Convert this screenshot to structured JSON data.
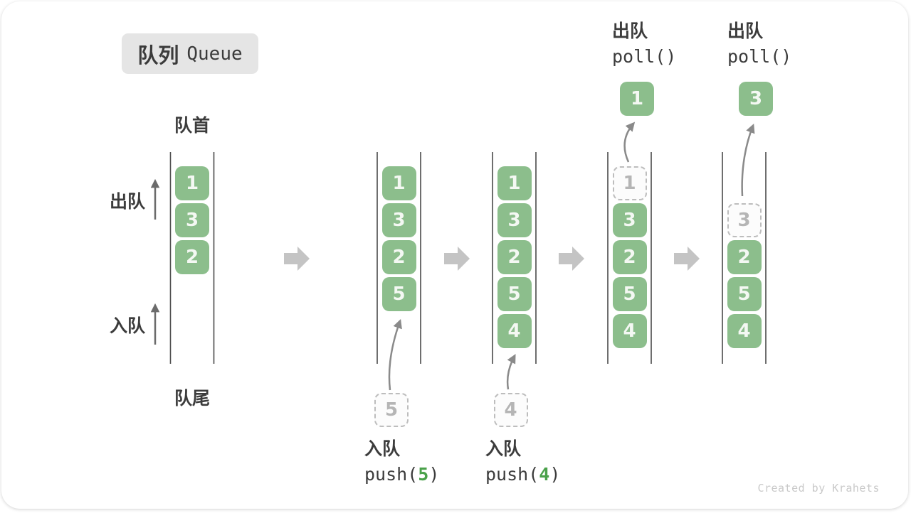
{
  "title": {
    "zh": "队列",
    "en": "Queue"
  },
  "labels": {
    "front": "队首",
    "rear": "队尾",
    "dequeue": "出队",
    "enqueue": "入队"
  },
  "ops": {
    "push5": {
      "label": "入队",
      "code_pre": "push(",
      "arg": "5",
      "code_post": ")"
    },
    "push4": {
      "label": "入队",
      "code_pre": "push(",
      "arg": "4",
      "code_post": ")"
    },
    "poll1": {
      "label": "出队",
      "code": "poll()"
    },
    "poll2": {
      "label": "出队",
      "code": "poll()"
    }
  },
  "watermark": "Created by Krahets",
  "colors": {
    "box_green": "#8CBE8C",
    "box_text": "#F4F8F3",
    "accent_green": "#4AA14A",
    "text_dark": "#3C3C3C",
    "wall_line": "#4A4A4A",
    "block_arrow": "#C4C4C4",
    "curve_arrow": "#8A8A8A",
    "side_arrow": "#6B6B6B",
    "dashed_border": "#BDBDBD",
    "dashed_text": "#B5B5B5",
    "badge_bg": "#E5E5E5",
    "watermark_gray": "#C9C9C9"
  },
  "states": [
    {
      "name": "initial-queue",
      "cells": [
        {
          "value": "1",
          "slot": 0,
          "dashed": false
        },
        {
          "value": "3",
          "slot": 1,
          "dashed": false
        },
        {
          "value": "2",
          "slot": 2,
          "dashed": false
        }
      ]
    },
    {
      "name": "after-push-5",
      "cells": [
        {
          "value": "1",
          "slot": 0,
          "dashed": false
        },
        {
          "value": "3",
          "slot": 1,
          "dashed": false
        },
        {
          "value": "2",
          "slot": 2,
          "dashed": false
        },
        {
          "value": "5",
          "slot": 3,
          "dashed": false
        }
      ],
      "incoming": {
        "value": "5"
      }
    },
    {
      "name": "after-push-4",
      "cells": [
        {
          "value": "1",
          "slot": 0,
          "dashed": false
        },
        {
          "value": "3",
          "slot": 1,
          "dashed": false
        },
        {
          "value": "2",
          "slot": 2,
          "dashed": false
        },
        {
          "value": "5",
          "slot": 3,
          "dashed": false
        },
        {
          "value": "4",
          "slot": 4,
          "dashed": false
        }
      ],
      "incoming": {
        "value": "4"
      }
    },
    {
      "name": "after-poll-1",
      "cells": [
        {
          "value": "1",
          "slot": 0,
          "dashed": true
        },
        {
          "value": "3",
          "slot": 1,
          "dashed": false
        },
        {
          "value": "2",
          "slot": 2,
          "dashed": false
        },
        {
          "value": "5",
          "slot": 3,
          "dashed": false
        },
        {
          "value": "4",
          "slot": 4,
          "dashed": false
        }
      ],
      "outgoing": {
        "value": "1"
      }
    },
    {
      "name": "after-poll-3",
      "cells": [
        {
          "value": "3",
          "slot": 1,
          "dashed": true
        },
        {
          "value": "2",
          "slot": 2,
          "dashed": false
        },
        {
          "value": "5",
          "slot": 3,
          "dashed": false
        },
        {
          "value": "4",
          "slot": 4,
          "dashed": false
        }
      ],
      "outgoing": {
        "value": "3"
      }
    }
  ]
}
